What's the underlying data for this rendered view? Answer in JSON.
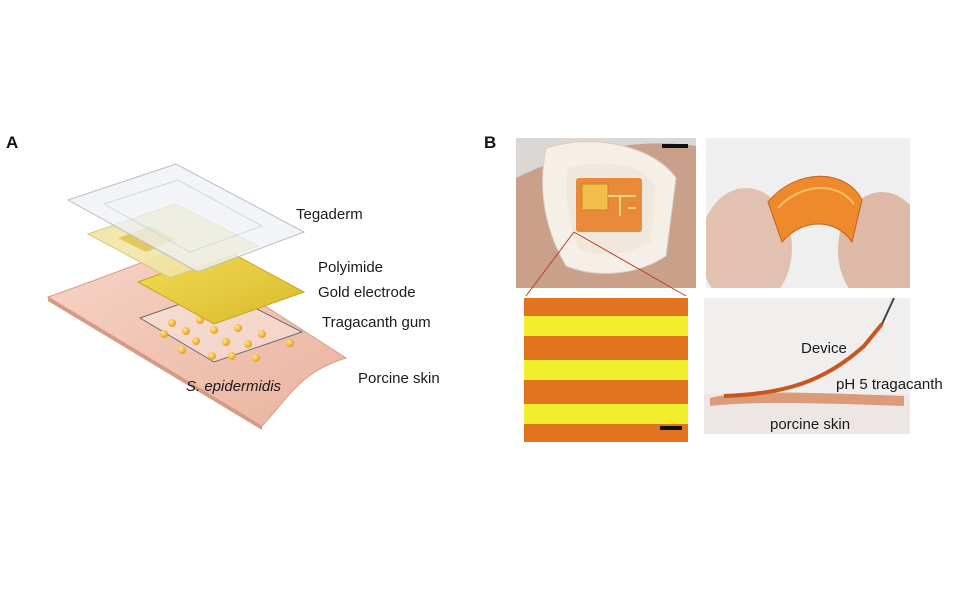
{
  "panel_a": {
    "letter": "A",
    "labels": {
      "tegaderm": "Tegaderm",
      "polyimide": "Polyimide",
      "gold": "Gold electrode",
      "tragacanth": "Tragacanth gum",
      "skin": "Porcine skin",
      "bacteria": "S. epidermidis"
    }
  },
  "panel_b": {
    "letter": "B",
    "labels": {
      "device": "Device",
      "ph": "pH 5 tragacanth",
      "skin": "porcine skin"
    }
  },
  "colors": {
    "skin": "#f2c6b6",
    "gold": "#e9cf45",
    "polyimide": "#f1e3a2",
    "bacteria": "#f3b120",
    "kapton": "#e9822a"
  }
}
